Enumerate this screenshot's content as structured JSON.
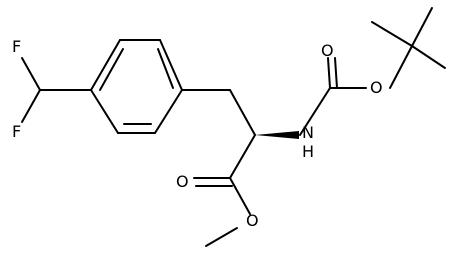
{
  "molecule": {
    "atom_labels": {
      "f_top": "F",
      "f_bottom": "F",
      "o_carbamate_carbonyl": "O",
      "o_carbamate_ether": "O",
      "n_amide": "N",
      "h_amide": "H",
      "o_ester_carbonyl": "O",
      "o_ester_ether": "O"
    },
    "colors": {
      "bond": "#000000",
      "label": "#000000",
      "background": "#ffffff"
    }
  }
}
